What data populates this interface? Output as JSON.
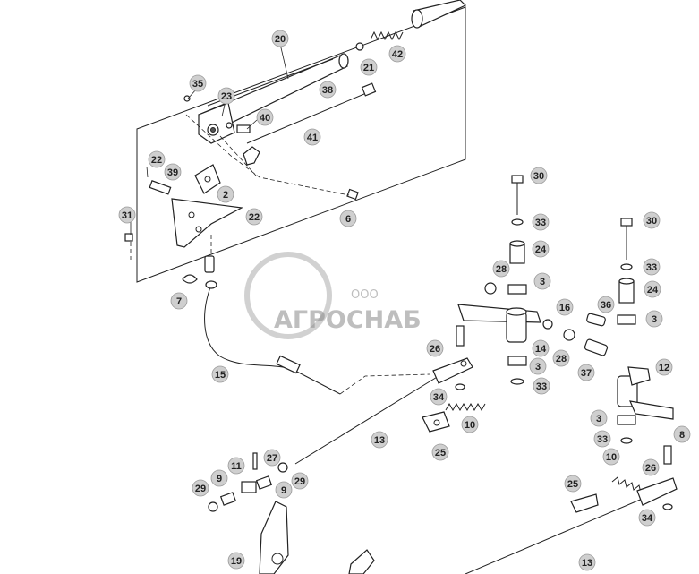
{
  "watermark": {
    "company_prefix": "ООО",
    "company_name": "АГРОСНАБ"
  },
  "callouts": [
    {
      "label": "20"
    },
    {
      "label": "42"
    },
    {
      "label": "21"
    },
    {
      "label": "38"
    },
    {
      "label": "35"
    },
    {
      "label": "23"
    },
    {
      "label": "40"
    },
    {
      "label": "41"
    },
    {
      "label": "22"
    },
    {
      "label": "39"
    },
    {
      "label": "2"
    },
    {
      "label": "22"
    },
    {
      "label": "31"
    },
    {
      "label": "6"
    },
    {
      "label": "7"
    },
    {
      "label": "15"
    },
    {
      "label": "30"
    },
    {
      "label": "33"
    },
    {
      "label": "24"
    },
    {
      "label": "28"
    },
    {
      "label": "3"
    },
    {
      "label": "16"
    },
    {
      "label": "14"
    },
    {
      "label": "28"
    },
    {
      "label": "3"
    },
    {
      "label": "33"
    },
    {
      "label": "26"
    },
    {
      "label": "34"
    },
    {
      "label": "10"
    },
    {
      "label": "25"
    },
    {
      "label": "13"
    },
    {
      "label": "30"
    },
    {
      "label": "33"
    },
    {
      "label": "24"
    },
    {
      "label": "36"
    },
    {
      "label": "3"
    },
    {
      "label": "37"
    },
    {
      "label": "12"
    },
    {
      "label": "3"
    },
    {
      "label": "33"
    },
    {
      "label": "8"
    },
    {
      "label": "10"
    },
    {
      "label": "26"
    },
    {
      "label": "25"
    },
    {
      "label": "34"
    },
    {
      "label": "13"
    },
    {
      "label": "27"
    },
    {
      "label": "11"
    },
    {
      "label": "9"
    },
    {
      "label": "29"
    },
    {
      "label": "9"
    },
    {
      "label": "29"
    },
    {
      "label": "19"
    }
  ]
}
